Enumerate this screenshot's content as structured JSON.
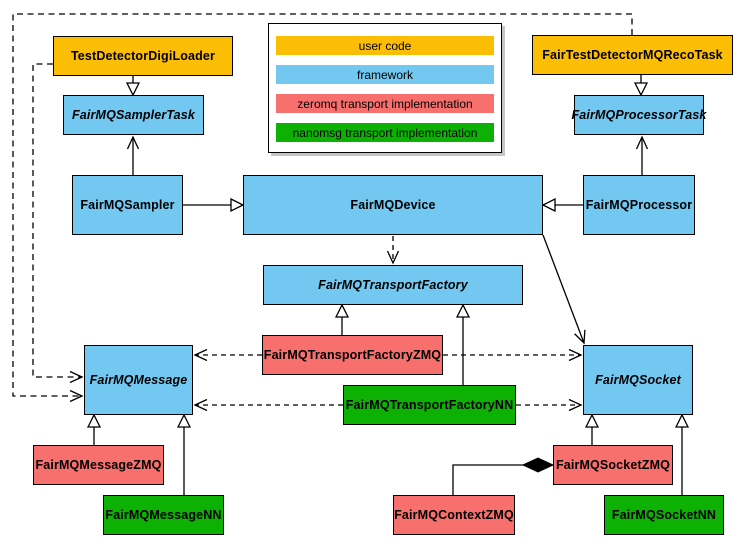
{
  "legend": {
    "items": [
      {
        "label": "user code",
        "color": "#FCBE04"
      },
      {
        "label": "framework",
        "color": "#72C8F0"
      },
      {
        "label": "zeromq transport implementation",
        "color": "#F8706E"
      },
      {
        "label": "nanomsg transport implementation",
        "color": "#0CB103"
      }
    ]
  },
  "colors": {
    "user_code": "#FCBE04",
    "framework": "#72C8F0",
    "zeromq": "#F8706E",
    "nanomsg": "#0CB103",
    "border": "#000000",
    "background": "#FFFFFF"
  },
  "nodes": {
    "testDetectorDigiLoader": {
      "label": "TestDetectorDigiLoader",
      "category": "user code",
      "abstract": false
    },
    "fairTestDetectorMQRecoTask": {
      "label": "FairTestDetectorMQRecoTask",
      "category": "user code",
      "abstract": false
    },
    "fairMQSamplerTask": {
      "label": "FairMQSamplerTask",
      "category": "framework",
      "abstract": true
    },
    "fairMQProcessorTask": {
      "label": "FairMQProcessorTask",
      "category": "framework",
      "abstract": true
    },
    "fairMQSampler": {
      "label": "FairMQSampler",
      "category": "framework",
      "abstract": false
    },
    "fairMQDevice": {
      "label": "FairMQDevice",
      "category": "framework",
      "abstract": false
    },
    "fairMQProcessor": {
      "label": "FairMQProcessor",
      "category": "framework",
      "abstract": false
    },
    "fairMQTransportFactory": {
      "label": "FairMQTransportFactory",
      "category": "framework",
      "abstract": true
    },
    "fairMQTransportFactoryZMQ": {
      "label": "FairMQTransportFactoryZMQ",
      "category": "zeromq transport implementation",
      "abstract": false
    },
    "fairMQTransportFactoryNN": {
      "label": "FairMQTransportFactoryNN",
      "category": "nanomsg transport implementation",
      "abstract": false
    },
    "fairMQMessage": {
      "label": "FairMQMessage",
      "category": "framework",
      "abstract": true
    },
    "fairMQSocket": {
      "label": "FairMQSocket",
      "category": "framework",
      "abstract": true
    },
    "fairMQMessageZMQ": {
      "label": "FairMQMessageZMQ",
      "category": "zeromq transport implementation",
      "abstract": false
    },
    "fairMQMessageNN": {
      "label": "FairMQMessageNN",
      "category": "nanomsg transport implementation",
      "abstract": false
    },
    "fairMQSocketZMQ": {
      "label": "FairMQSocketZMQ",
      "category": "zeromq transport implementation",
      "abstract": false
    },
    "fairMQSocketNN": {
      "label": "FairMQSocketNN",
      "category": "nanomsg transport implementation",
      "abstract": false
    },
    "fairMQContextZMQ": {
      "label": "FairMQContextZMQ",
      "category": "zeromq transport implementation",
      "abstract": false
    }
  },
  "edges": [
    {
      "from": "TestDetectorDigiLoader",
      "to": "FairMQSamplerTask",
      "type": "generalization"
    },
    {
      "from": "FairTestDetectorMQRecoTask",
      "to": "FairMQProcessorTask",
      "type": "generalization"
    },
    {
      "from": "FairMQSampler",
      "to": "FairMQDevice",
      "type": "generalization"
    },
    {
      "from": "FairMQProcessor",
      "to": "FairMQDevice",
      "type": "generalization"
    },
    {
      "from": "FairMQTransportFactoryZMQ",
      "to": "FairMQTransportFactory",
      "type": "generalization"
    },
    {
      "from": "FairMQTransportFactoryNN",
      "to": "FairMQTransportFactory",
      "type": "generalization"
    },
    {
      "from": "FairMQMessageZMQ",
      "to": "FairMQMessage",
      "type": "generalization"
    },
    {
      "from": "FairMQMessageNN",
      "to": "FairMQMessage",
      "type": "generalization"
    },
    {
      "from": "FairMQSocketZMQ",
      "to": "FairMQSocket",
      "type": "generalization"
    },
    {
      "from": "FairMQSocketNN",
      "to": "FairMQSocket",
      "type": "generalization"
    },
    {
      "from": "FairMQSampler",
      "to": "FairMQSamplerTask",
      "type": "association"
    },
    {
      "from": "FairMQProcessor",
      "to": "FairMQProcessorTask",
      "type": "association"
    },
    {
      "from": "FairMQDevice",
      "to": "FairMQSocket",
      "type": "association"
    },
    {
      "from": "FairMQDevice",
      "to": "FairMQTransportFactory",
      "type": "dependency"
    },
    {
      "from": "FairMQTransportFactoryZMQ",
      "to": "FairMQMessage",
      "type": "dependency"
    },
    {
      "from": "FairMQTransportFactoryZMQ",
      "to": "FairMQSocket",
      "type": "dependency"
    },
    {
      "from": "FairMQTransportFactoryNN",
      "to": "FairMQMessage",
      "type": "dependency"
    },
    {
      "from": "FairMQTransportFactoryNN",
      "to": "FairMQSocket",
      "type": "dependency"
    },
    {
      "from": "FairTestDetectorMQRecoTask",
      "to": "FairMQMessage",
      "type": "dependency"
    },
    {
      "from": "TestDetectorDigiLoader",
      "to": "FairMQMessage",
      "type": "dependency"
    },
    {
      "from": "FairMQSocketZMQ",
      "to": "FairMQContextZMQ",
      "type": "composition"
    }
  ]
}
